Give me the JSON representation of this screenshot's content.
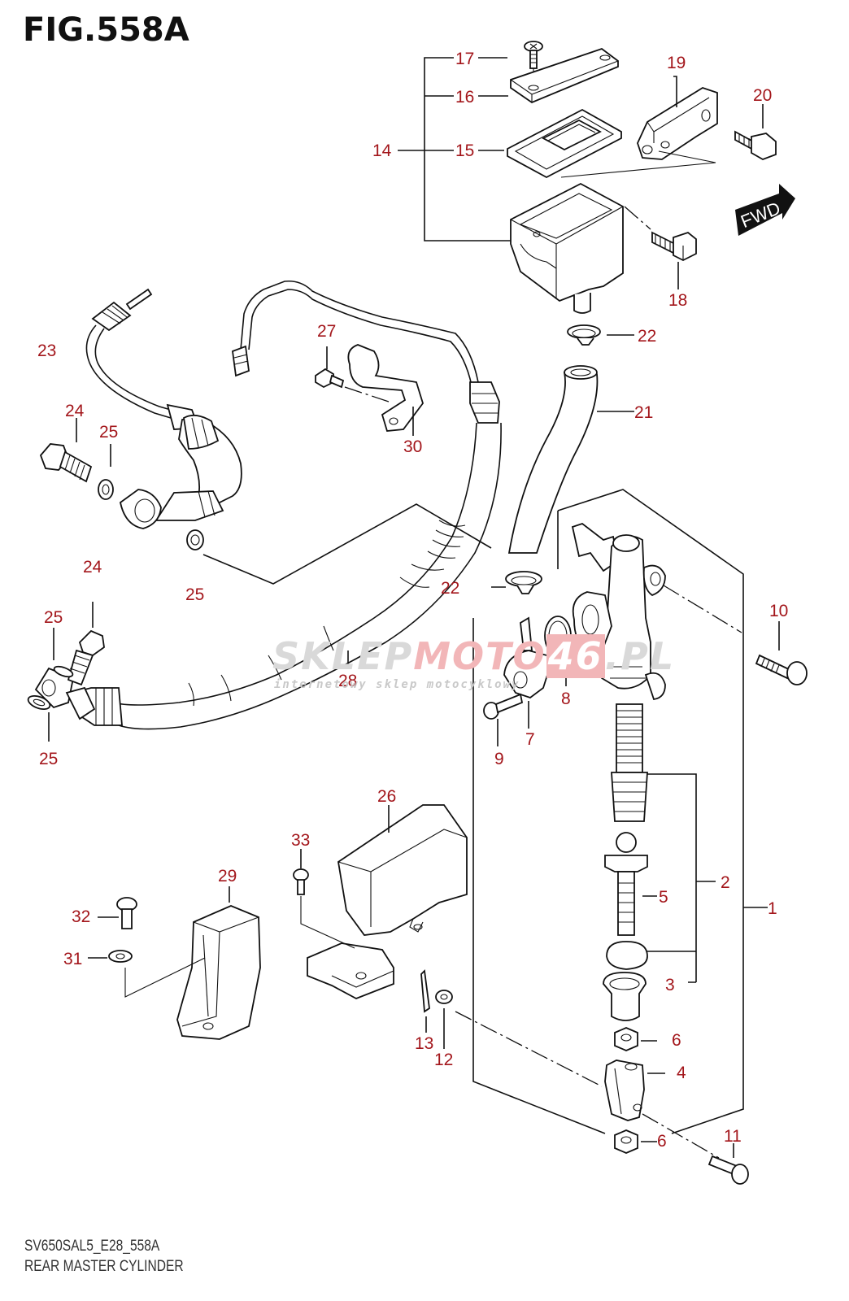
{
  "figure": {
    "title": "FIG.558A",
    "model_code": "SV650SAL5_E28_558A",
    "name": "REAR MASTER CYLINDER",
    "direction_badge": "FWD"
  },
  "watermark": {
    "part1": "SKLEP",
    "part2": "MOTO",
    "part3": "46",
    "part4": ".PL",
    "tagline": "internetowy sklep motocyklowy"
  },
  "colors": {
    "label": "#a3161b",
    "line": "#111111",
    "watermark_gray": "#d9d9d9",
    "watermark_red": "#f2b6b8"
  },
  "callouts": [
    {
      "id": "c1",
      "text": "1"
    },
    {
      "id": "c2",
      "text": "2"
    },
    {
      "id": "c3",
      "text": "3"
    },
    {
      "id": "c4",
      "text": "4"
    },
    {
      "id": "c5",
      "text": "5"
    },
    {
      "id": "c6a",
      "text": "6"
    },
    {
      "id": "c6b",
      "text": "6"
    },
    {
      "id": "c7",
      "text": "7"
    },
    {
      "id": "c8",
      "text": "8"
    },
    {
      "id": "c9",
      "text": "9"
    },
    {
      "id": "c10",
      "text": "10"
    },
    {
      "id": "c11",
      "text": "11"
    },
    {
      "id": "c12",
      "text": "12"
    },
    {
      "id": "c13",
      "text": "13"
    },
    {
      "id": "c14",
      "text": "14"
    },
    {
      "id": "c15",
      "text": "15"
    },
    {
      "id": "c16",
      "text": "16"
    },
    {
      "id": "c17",
      "text": "17"
    },
    {
      "id": "c18",
      "text": "18"
    },
    {
      "id": "c19",
      "text": "19"
    },
    {
      "id": "c20",
      "text": "20"
    },
    {
      "id": "c21",
      "text": "21"
    },
    {
      "id": "c22a",
      "text": "22"
    },
    {
      "id": "c22b",
      "text": "22"
    },
    {
      "id": "c23",
      "text": "23"
    },
    {
      "id": "c24a",
      "text": "24"
    },
    {
      "id": "c24b",
      "text": "24"
    },
    {
      "id": "c25a",
      "text": "25"
    },
    {
      "id": "c25b",
      "text": "25"
    },
    {
      "id": "c25c",
      "text": "25"
    },
    {
      "id": "c25d",
      "text": "25"
    },
    {
      "id": "c26",
      "text": "26"
    },
    {
      "id": "c27",
      "text": "27"
    },
    {
      "id": "c28",
      "text": "28"
    },
    {
      "id": "c29",
      "text": "29"
    },
    {
      "id": "c30",
      "text": "30"
    },
    {
      "id": "c31",
      "text": "31"
    },
    {
      "id": "c32",
      "text": "32"
    },
    {
      "id": "c33",
      "text": "33"
    }
  ]
}
